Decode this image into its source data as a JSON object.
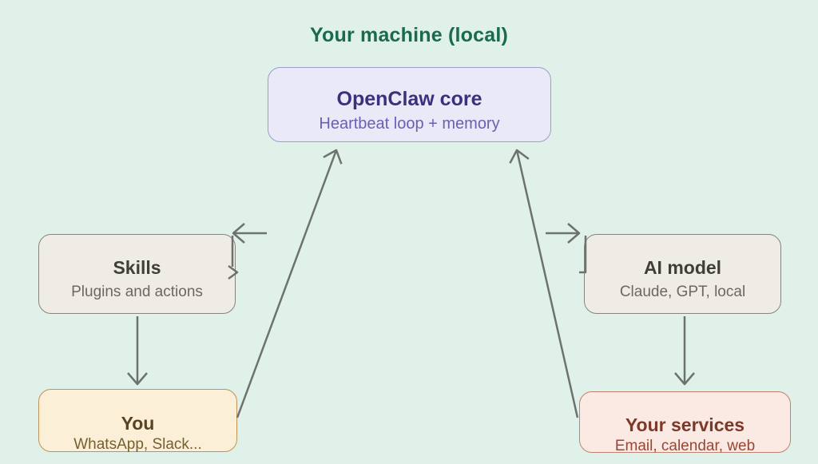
{
  "diagram": {
    "title": "Your machine (local)",
    "nodes": {
      "core": {
        "title": "OpenClaw core",
        "subtitle": "Heartbeat loop + memory"
      },
      "skills": {
        "title": "Skills",
        "subtitle": "Plugins and actions"
      },
      "ai_model": {
        "title": "AI model",
        "subtitle": "Claude, GPT, local"
      },
      "you": {
        "title": "You",
        "subtitle": "WhatsApp, Slack..."
      },
      "services": {
        "title": "Your services",
        "subtitle": "Email, calendar, web"
      }
    },
    "edges": [
      {
        "from": "skills",
        "to": "you",
        "style": "straight-down-arrow"
      },
      {
        "from": "ai_model",
        "to": "services",
        "style": "straight-down-arrow"
      },
      {
        "from": "you",
        "to": "core",
        "style": "diagonal-up-arrow"
      },
      {
        "from": "services",
        "to": "core",
        "style": "diagonal-up-arrow"
      },
      {
        "into": "skills",
        "side": "right",
        "style": "truncated-elbow-arrows"
      },
      {
        "into": "ai_model",
        "side": "left",
        "style": "truncated-elbow-arrows"
      }
    ],
    "colors": {
      "background": "#dff1e9",
      "title_text": "#1a6a50",
      "core_fill": "#eae9f8",
      "core_border": "#9f9dca",
      "core_title_text": "#38317e",
      "core_subtitle_text": "#6a5fb4",
      "neutral_fill": "#eeece5",
      "neutral_border": "#87857b",
      "neutral_title_text": "#403e39",
      "neutral_subtitle_text": "#6b695f",
      "you_fill": "#fcefd8",
      "you_border": "#c09255",
      "you_title_text": "#584420",
      "you_subtitle_text": "#76612e",
      "services_fill": "#fbe9e3",
      "services_border": "#c08170",
      "services_title_text": "#7b392a",
      "services_subtitle_text": "#964735",
      "arrow": "#6e726d"
    }
  }
}
